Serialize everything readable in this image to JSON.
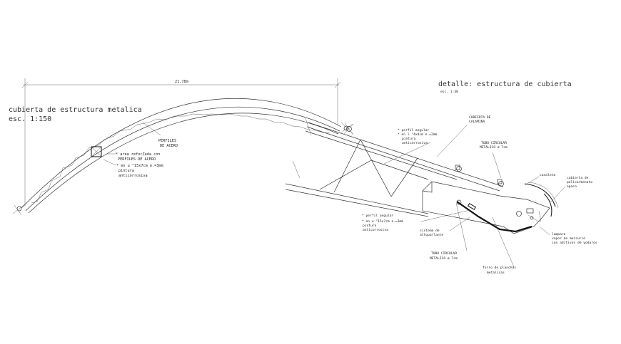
{
  "overview": {
    "title": "cubierta de estructura metalica",
    "scale": "esc.  1:150",
    "dimension": "21,78m",
    "labels": {
      "perfiles": [
        "PERFILES",
        "DE ACERO"
      ],
      "area": [
        "* area reforZada con",
        "PERFILES DE ACERO"
      ],
      "en_u": [
        "* en  u  \"15x7cm e.=3mm",
        "pintura",
        "anticorrosiva"
      ]
    }
  },
  "detail": {
    "title": "detalle:  estructura de cubierta",
    "scale": "esc.   1:30",
    "labels": {
      "perfil_top": [
        "* perfil angular",
        "* en  l  \"4x4cm e.=2mm",
        "pintura",
        "anticorrosiva"
      ],
      "cubierta_calamina": [
        "CUBIERTA DE",
        "CALAMINA"
      ],
      "tubo_top": [
        "TUBO CIRCULAR",
        "METALICO  ø 7cm"
      ],
      "canaleta": "canaleta",
      "policarbonato": [
        "cubierta de",
        "policarbonato",
        "opaco"
      ],
      "perfil_bottom": [
        "* perfil angular",
        "* en   u  \"15x7cm e.=3mm",
        "pintura",
        "anticorrosiva"
      ],
      "altoparlante": [
        "sistema de",
        "altoparlante"
      ],
      "tubo_bottom": [
        "TUBO CIRCULAR",
        "METALICO  ø 7cm"
      ],
      "lampara": [
        "lampara",
        "vapor de mercurio",
        "con aditivos de yoduros"
      ],
      "forro": [
        "forro de planchas",
        "metalicas"
      ]
    }
  }
}
